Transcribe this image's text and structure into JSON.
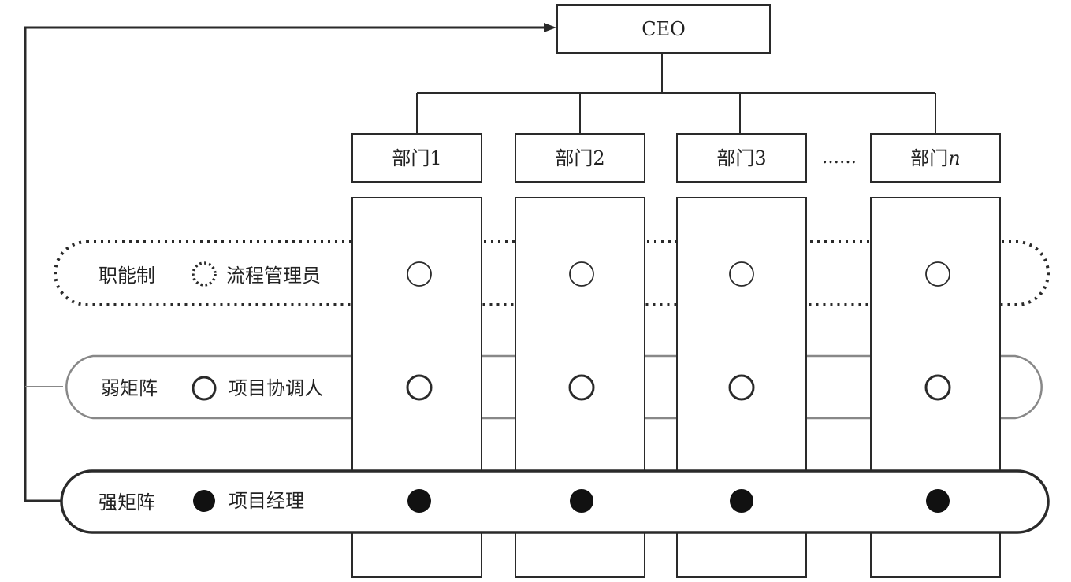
{
  "diagram": {
    "ceo": "CEO",
    "departments": [
      {
        "label": "部门1"
      },
      {
        "label": "部门2"
      },
      {
        "label": "部门3"
      },
      {
        "label": "部门",
        "suffix": "n"
      }
    ],
    "ellipsis": "……",
    "rows": [
      {
        "name": "职能制",
        "role": "流程管理员",
        "style": "dotted",
        "marker": "open"
      },
      {
        "name": "弱矩阵",
        "role": "项目协调人",
        "style": "solid-thin",
        "marker": "open-thick"
      },
      {
        "name": "强矩阵",
        "role": "项目经理",
        "style": "solid-bold",
        "marker": "filled"
      }
    ],
    "colors": {
      "line": "#2a2a2a",
      "light_line": "#888888",
      "background": "#ffffff"
    }
  }
}
